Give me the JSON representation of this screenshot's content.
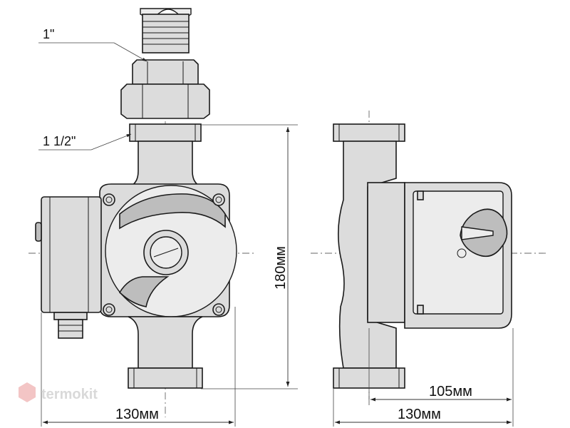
{
  "callouts": {
    "thread_top": "1\"",
    "thread_bottom": "1 1/2\""
  },
  "dimensions": {
    "height": "180мм",
    "front_width": "130мм",
    "side_depth": "130мм",
    "motor_depth": "105мм"
  },
  "brand": {
    "name": "termokit",
    "logo_color": "#f3c5c5"
  },
  "colors": {
    "line": "#1a1a1a",
    "fill": "#dcdcdc"
  }
}
